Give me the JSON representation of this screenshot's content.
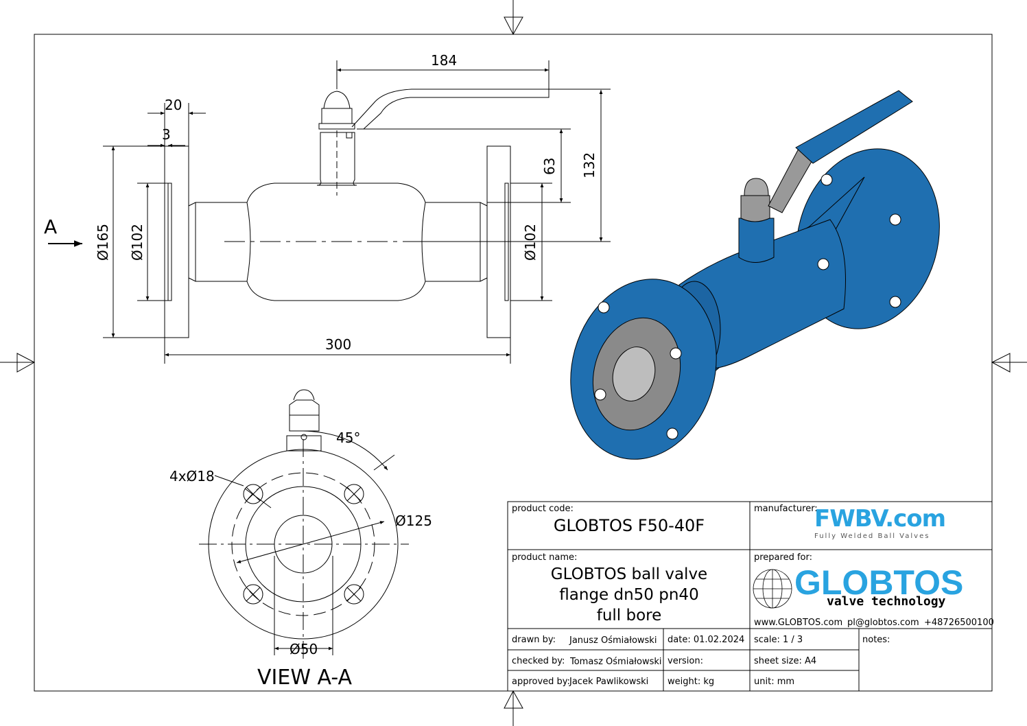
{
  "drawing": {
    "dimensions": {
      "handle_length": "184",
      "flange_thickness": "20",
      "raised_face": "3",
      "height_63": "63",
      "height_132": "132",
      "flange_diameter": "Ø165",
      "raised_face_diameter_left": "Ø102",
      "raised_face_diameter_right": "Ø102",
      "face_to_face": "300",
      "bolt_angle": "45°",
      "bolt_holes": "4xØ18",
      "bolt_circle": "Ø125",
      "bore": "Ø50"
    },
    "view_arrow_label": "A",
    "view_label": "VIEW A-A"
  },
  "title_block": {
    "product_code_label": "product code:",
    "product_code": "GLOBTOS F50-40F",
    "manufacturer_label": "manufacturer:",
    "manufacturer_logo": "FWBV.com",
    "manufacturer_tagline": "Fully Welded Ball Valves",
    "product_name_label": "product name:",
    "product_name_lines": [
      "GLOBTOS ball valve",
      "flange dn50 pn40",
      "full bore"
    ],
    "prepared_for_label": "prepared for:",
    "client_logo": "GLOBTOS",
    "client_tagline": "valve technology",
    "website": "www.GLOBTOS.com",
    "email": "pl@globtos.com",
    "phone": "+48726500100",
    "drawn_by_label": "drawn by:",
    "drawn_by": "Janusz Ośmiałowski",
    "checked_by_label": "checked by:",
    "checked_by": "Tomasz Ośmiałowski",
    "approved_by_label": "approved by:",
    "approved_by": "Jacek Pawlikowski",
    "date": "date: 01.02.2024",
    "version": "version:",
    "weight": "weight:  kg",
    "scale": "scale: 1 / 3",
    "sheet_size": "sheet size:  A4",
    "unit": "unit:  mm",
    "notes_label": "notes:"
  },
  "colors": {
    "valve_blue": "#1f6fb0",
    "logo_blue": "#29a3e0",
    "steel_grey": "#8a8a8a"
  }
}
